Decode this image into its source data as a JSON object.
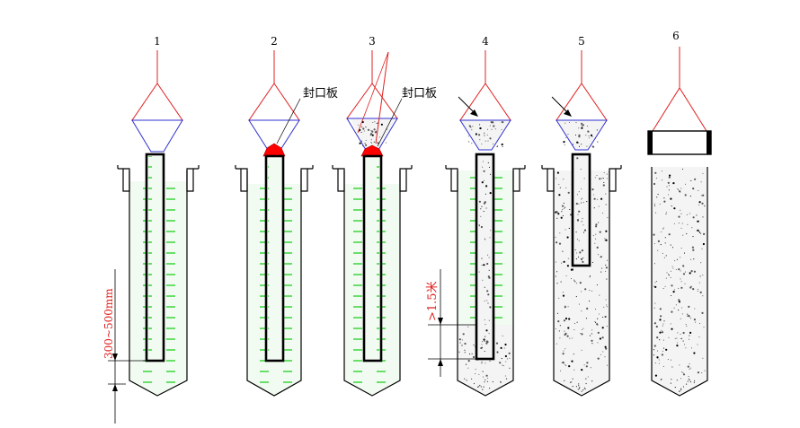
{
  "colors": {
    "cable": "#e02020",
    "hopper_cone": "#e02020",
    "hopper_neck": "#3030d0",
    "water_dash": "#1fd01f",
    "water_fill": "#f2fbf2",
    "plug": "#ff0000",
    "dimension": "#e02020",
    "outline": "#000000"
  },
  "steps": [
    {
      "number": "1",
      "stage": "hopper-with-tremie"
    },
    {
      "number": "2",
      "stage": "seal-plate-placed"
    },
    {
      "number": "3",
      "stage": "concrete-in-hopper"
    },
    {
      "number": "4",
      "stage": "pour-tremie-lowered"
    },
    {
      "number": "5",
      "stage": "tremie-raised"
    },
    {
      "number": "6",
      "stage": "pour-complete"
    }
  ],
  "annotations": {
    "seal_plate_label": "封口板",
    "gap_dimension": "300~500mm",
    "embed_depth": ">1.5米"
  }
}
